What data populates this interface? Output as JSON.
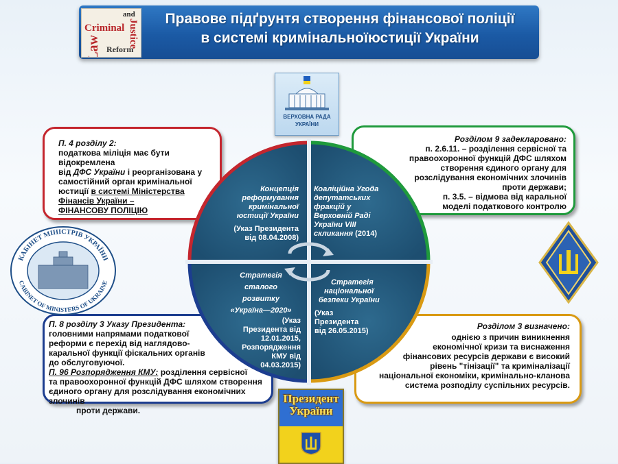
{
  "title": {
    "line1": "Правове підґрунтя створення фінансової поліції",
    "line2": "в системі кримінальноїюстиції України",
    "logo_words": [
      "Criminal",
      "Justice",
      "and",
      "Law",
      "Reform"
    ]
  },
  "rada": {
    "label1": "ВЕРХОВНА  РАДА",
    "label2": "УКРАЇНИ"
  },
  "box_tl": {
    "heading": "П. 4 розділу 2:",
    "t1": "податкова міліція має бути відокремлена",
    "t2a": "від ",
    "t2b": "ДФС України",
    "t2c": " і реорганізована у",
    "t3": "самостійний орган кримінальної",
    "t4a": "юстиції ",
    "t4b": "в системі Міністерства",
    "t5": "Фінансів України –",
    "t6": "ФІНАНСОВУ  ПОЛІЦІЮ"
  },
  "box_tr": {
    "heading": "Розділом  9 задекларовано:",
    "lines": [
      "п. 2.6.11. – розділення сервісної та",
      "правоохоронної функцій ДФС шляхом",
      "створення єдиного  органу для",
      "розслідування економічних злочинів",
      "проти держави;",
      "п. 3.5. – відмова від каральної",
      "моделі податкового контролю"
    ]
  },
  "box_bl": {
    "heading": "П. 8 розділу 3 Указу Президента:",
    "lines": [
      "головними  напрямами податкової",
      "реформи  є перехід від наглядово-",
      "каральної функції фіскальних органів",
      "до обслуговуючої."
    ],
    "heading2": "П. 96 Розпорядження КМУ:",
    "l2a": " розділення сервісної",
    "l2b": "та правоохоронної  функцій ДФС шляхом  створення",
    "l2c": "єдиного органу для розслідування економічних злочинів",
    "l2d": "проти держави."
  },
  "box_br": {
    "heading": "Розділом  3 визначено:",
    "lines": [
      "однією  з причин виникнення",
      "економічної кризи та виснаження",
      "фінансових ресурсів держави є високий",
      "рівень \"тінізації\" та криміналізації",
      "національної економіки, кримінально-кланова",
      "система розподілу суспільних ресурсів."
    ]
  },
  "quadrants": {
    "tl": {
      "lines": [
        "Концепція",
        "реформування",
        "кримінальної",
        "юстиції України"
      ],
      "note1": "(Указ Президента",
      "note2": "від 08.04.2008)"
    },
    "tr": {
      "lines": [
        "Коаліційна Угода",
        "депутатських",
        "фракцій у",
        "Верховній Раді",
        "України VIII"
      ],
      "tail_a": "скликання",
      "tail_b": " (2014)"
    },
    "bl": {
      "lines": [
        "Стратегія",
        "сталого",
        "розвитку",
        "«Україна—2020»"
      ],
      "notes": [
        "(Указ",
        "Президента від",
        "12.01.2015,",
        "Розпорядження",
        "КМУ від",
        "04.03.2015)"
      ]
    },
    "br": {
      "lines": [
        "Стратегія",
        "національної",
        "безпеки України"
      ],
      "notes": [
        "(Указ",
        "Президента",
        "від 26.05.2015)"
      ]
    }
  },
  "seal": {
    "top": "КАБІНЕТ МІНІСТРІВ УКРАЇНИ",
    "bottom": "CABINET OF MINISTERS OF UKRAINE"
  },
  "president": {
    "line1": "Президент",
    "line2": "України"
  },
  "colors": {
    "title_blue": "#1b5aa5",
    "circle_fill": "#22577a",
    "red": "#c4262e",
    "green": "#1f9a3c",
    "blue": "#1c3d8f",
    "gold": "#d99a13"
  }
}
